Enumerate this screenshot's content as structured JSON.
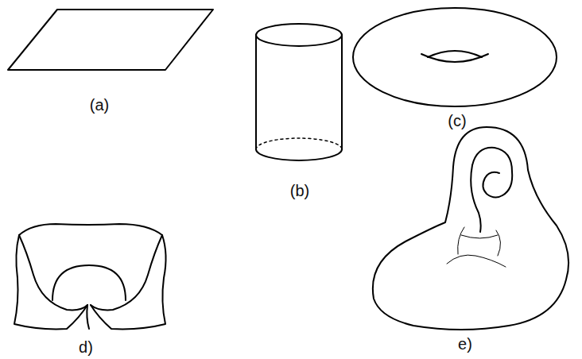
{
  "diagram": {
    "labels": [
      "(a)",
      "(b)",
      "(c)",
      "d)",
      "e)"
    ]
  }
}
